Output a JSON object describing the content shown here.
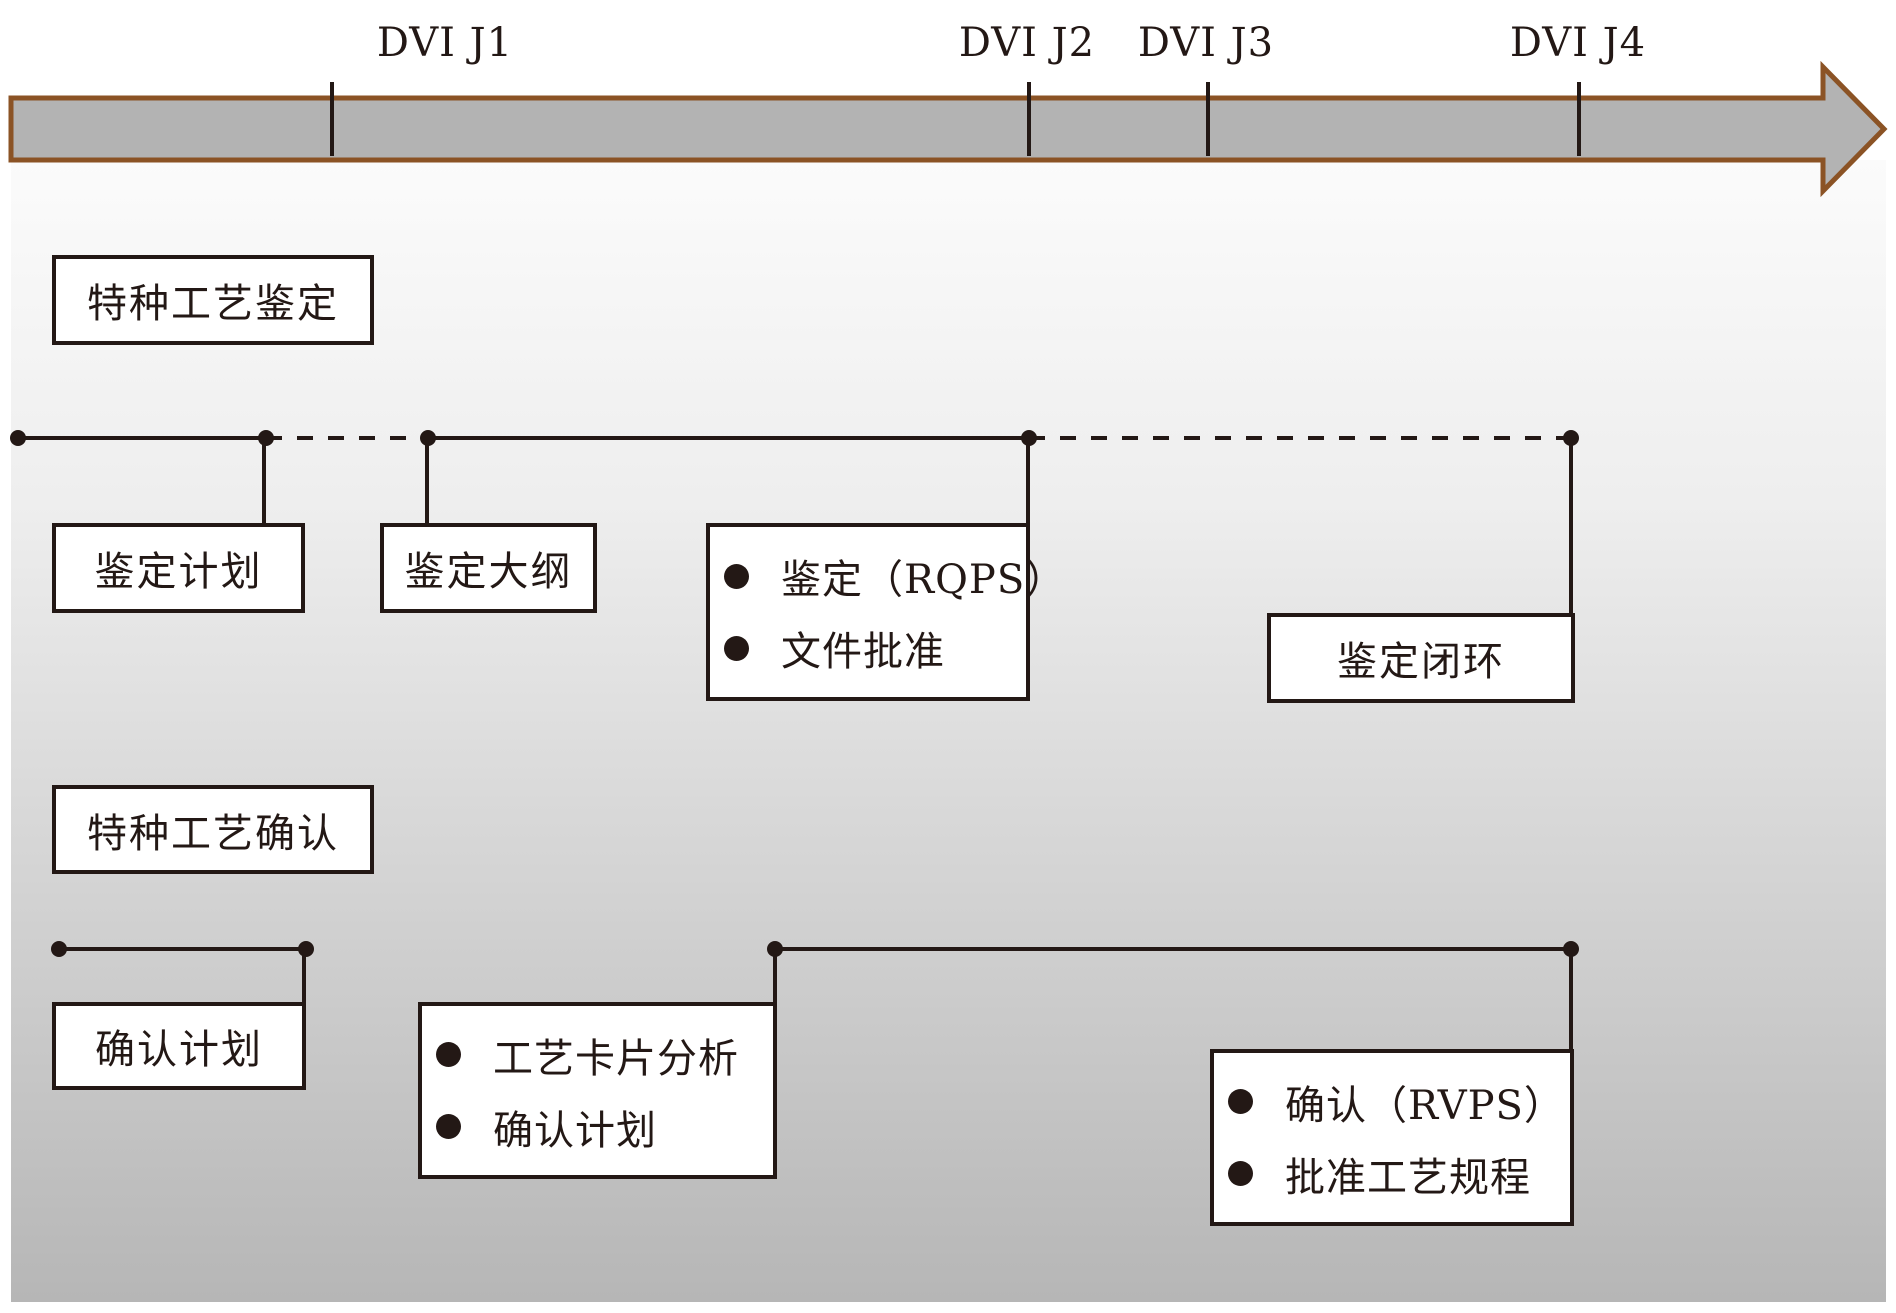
{
  "timeline": {
    "arrow_fill": "#b3b3b3",
    "arrow_stroke": "#8b5325",
    "milestones": [
      {
        "label": "DVI  J1",
        "id": "j1"
      },
      {
        "label": "DVI  J2",
        "id": "j2"
      },
      {
        "label": "DVI  J3",
        "id": "j3"
      },
      {
        "label": "DVI  J4",
        "id": "j4"
      }
    ]
  },
  "qualification": {
    "title": "特种工艺鉴定",
    "steps": {
      "plan": "鉴定计划",
      "outline": "鉴定大纲",
      "execution": [
        "鉴定（RQPS）",
        "文件批准"
      ],
      "closure": "鉴定闭环"
    }
  },
  "confirmation": {
    "title": "特种工艺确认",
    "steps": {
      "plan": "确认计划",
      "analysis": [
        "工艺卡片分析",
        "确认计划"
      ],
      "execution": [
        "确认（RVPS）",
        "批准工艺规程"
      ]
    }
  },
  "colors": {
    "line": "#231815",
    "box_fill": "#ffffff",
    "background_top": "#fbfbfb",
    "background_bottom": "#b6b6b6"
  }
}
